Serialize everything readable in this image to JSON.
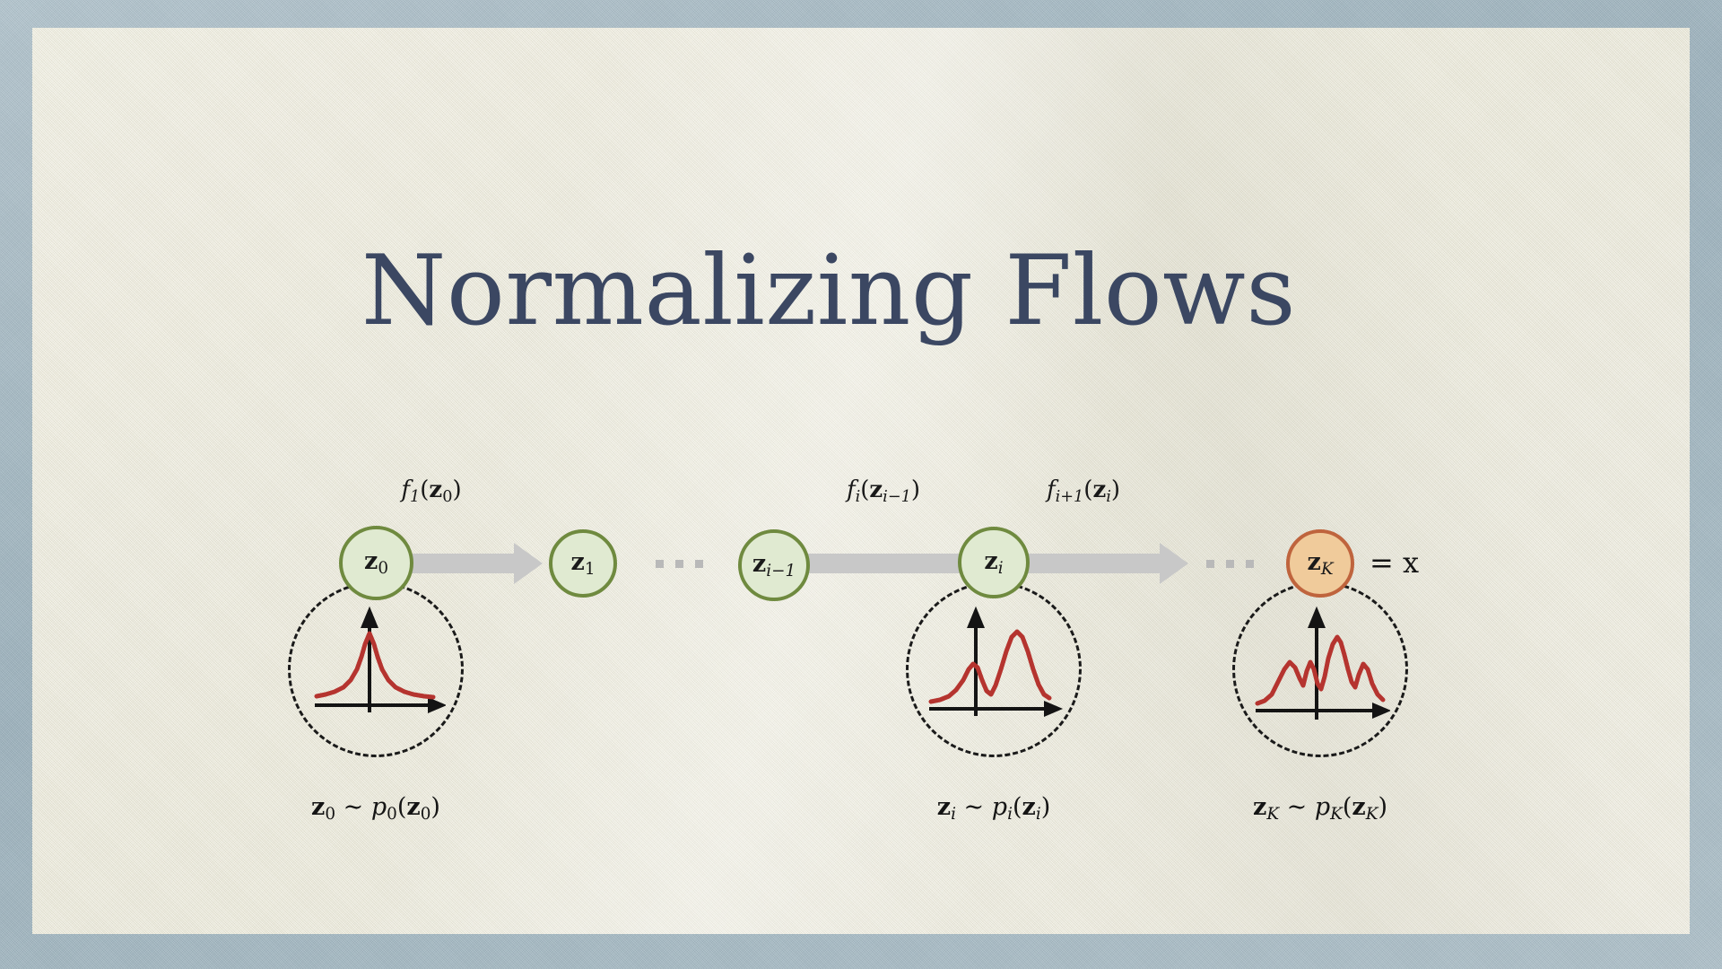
{
  "slide": {
    "title": "Normalizing Flows",
    "frame_color": "#a6bac4",
    "canvas_color": "#eceadb",
    "title_color": "#3b4762"
  },
  "diagram": {
    "node_green_fill": "#e0ead1",
    "node_green_border": "#6f8a3f",
    "node_orange_fill": "#f0cb9b",
    "node_orange_border": "#bf643d",
    "arrow_color": "#c8c8c8",
    "curve_color": "#b5342f",
    "axis_color": "#141414",
    "nodes": [
      {
        "id": "z0",
        "label": "z",
        "subscript": "0",
        "style": "green"
      },
      {
        "id": "z1",
        "label": "z",
        "subscript": "1",
        "style": "green"
      },
      {
        "id": "zi-1",
        "label": "z",
        "subscript": "i−1",
        "style": "green"
      },
      {
        "id": "zi",
        "label": "z",
        "subscript": "i",
        "style": "green"
      },
      {
        "id": "zK",
        "label": "z",
        "subscript": "K",
        "style": "orange"
      }
    ],
    "arrow_labels": [
      {
        "id": "f1",
        "fn": "f",
        "fn_sub": "1",
        "arg": "z",
        "arg_sub": "0"
      },
      {
        "id": "fi",
        "fn": "f",
        "fn_sub": "i",
        "arg": "z",
        "arg_sub": "i−1"
      },
      {
        "id": "fi+1",
        "fn": "f",
        "fn_sub": "i+1",
        "arg": "z",
        "arg_sub": "i"
      }
    ],
    "equals_x": "= x",
    "ellipsis_dots": 3,
    "captions": [
      {
        "id": "cap0",
        "var": "z",
        "var_sub": "0",
        "tilde": "∼",
        "dist": "p",
        "dist_sub": "0"
      },
      {
        "id": "capi",
        "var": "z",
        "var_sub": "i",
        "tilde": "∼",
        "dist": "p",
        "dist_sub": "i"
      },
      {
        "id": "capK",
        "var": "z",
        "var_sub": "K",
        "tilde": "∼",
        "dist": "p",
        "dist_sub": "K"
      }
    ]
  },
  "chart_data": [
    {
      "id": "p0",
      "type": "line",
      "title": "z0 ~ p0(z0)",
      "description": "unimodal symmetric Gaussian density",
      "xlabel": "",
      "ylabel": "",
      "xlim": [
        -4,
        4
      ],
      "ylim": [
        0,
        1
      ],
      "grid": false,
      "legend": false,
      "x": [
        -4.0,
        -3.5,
        -3.0,
        -2.5,
        -2.0,
        -1.5,
        -1.0,
        -0.5,
        0.0,
        0.5,
        1.0,
        1.5,
        2.0,
        2.5,
        3.0,
        3.5,
        4.0
      ],
      "y": [
        0.02,
        0.03,
        0.05,
        0.09,
        0.17,
        0.34,
        0.6,
        0.88,
        1.0,
        0.88,
        0.6,
        0.34,
        0.17,
        0.09,
        0.05,
        0.03,
        0.02
      ]
    },
    {
      "id": "pi",
      "type": "line",
      "title": "zi ~ pi(zi)",
      "description": "bimodal density: small left mode, large right mode",
      "xlabel": "",
      "ylabel": "",
      "xlim": [
        -4,
        4
      ],
      "ylim": [
        0,
        1
      ],
      "grid": false,
      "legend": false,
      "x": [
        -4.0,
        -3.5,
        -3.0,
        -2.5,
        -2.0,
        -1.5,
        -1.2,
        -1.0,
        -0.7,
        -0.4,
        0.0,
        0.4,
        0.8,
        1.1,
        1.4,
        1.8,
        2.2,
        2.6,
        3.0,
        3.5,
        4.0
      ],
      "y": [
        0.04,
        0.06,
        0.08,
        0.12,
        0.22,
        0.42,
        0.52,
        0.5,
        0.34,
        0.2,
        0.18,
        0.4,
        0.78,
        0.97,
        0.92,
        0.62,
        0.34,
        0.2,
        0.13,
        0.09,
        0.07
      ]
    },
    {
      "id": "pK",
      "type": "line",
      "title": "zK ~ pK(zK)",
      "description": "multimodal density with four peaks",
      "xlabel": "",
      "ylabel": "",
      "xlim": [
        -4,
        4
      ],
      "ylim": [
        0,
        1
      ],
      "grid": false,
      "legend": false,
      "x": [
        -4.0,
        -3.6,
        -3.2,
        -2.8,
        -2.4,
        -2.0,
        -1.7,
        -1.4,
        -1.1,
        -0.8,
        -0.5,
        -0.2,
        0.1,
        0.4,
        0.7,
        1.0,
        1.3,
        1.6,
        1.9,
        2.2,
        2.6,
        3.0,
        3.5,
        4.0
      ],
      "y": [
        0.06,
        0.09,
        0.16,
        0.34,
        0.56,
        0.66,
        0.56,
        0.38,
        0.55,
        0.34,
        0.2,
        0.4,
        0.72,
        0.92,
        0.8,
        0.52,
        0.33,
        0.52,
        0.58,
        0.4,
        0.22,
        0.15,
        0.11,
        0.09
      ]
    }
  ]
}
